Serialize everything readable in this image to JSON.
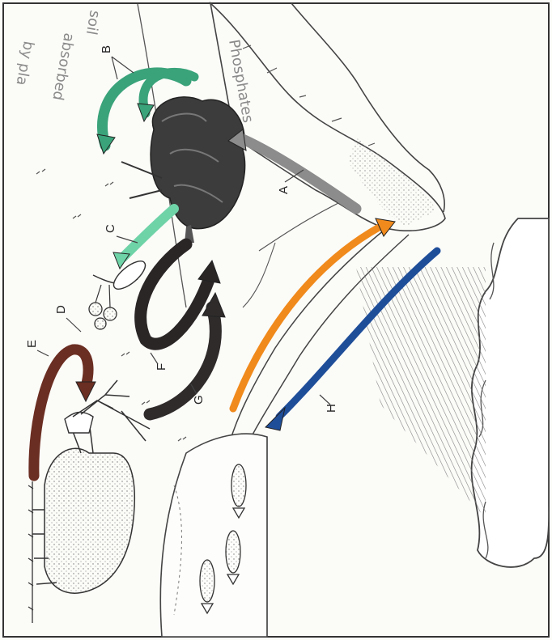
{
  "diagram": {
    "labels": {
      "a": "A",
      "b": "B",
      "c": "C",
      "d": "D",
      "e": "E",
      "f": "F",
      "g": "G",
      "h": "H"
    },
    "handwritten": {
      "phosphates": "Phosphates",
      "soil": "soil",
      "absorbed": "absorbed",
      "by_plants": "by pla"
    },
    "arrow_colors": {
      "a": "#8c8c8c",
      "b": "#3aa37a",
      "c": "#6fd3a8",
      "d": "#222222",
      "e": "#6b2e22",
      "f": "#2a2626",
      "g": "#2f2b2b",
      "h": "#1f4e99",
      "orange": "#f08a1c"
    }
  }
}
